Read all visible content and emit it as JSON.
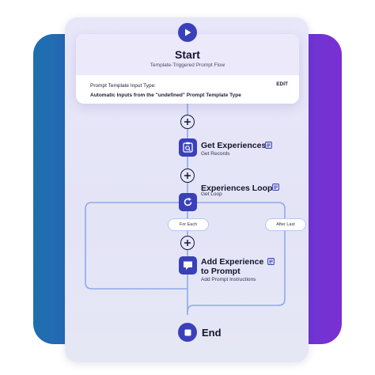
{
  "start": {
    "title": "Start",
    "subtitle": "Template-Triggered Prompt Flow",
    "input_type_label": "Prompt Template Input Type:",
    "input_type_value": "Automatic Inputs from the \"undefined\" Prompt Template Type",
    "edit_label": "EDIT",
    "icon": "play-icon"
  },
  "nodes": {
    "get_experiences": {
      "title": "Get Experiences",
      "subtitle": "Get Records",
      "icon": "search-records-icon"
    },
    "experiences_loop": {
      "title": "Experiences Loop",
      "subtitle": "Get Loop",
      "icon": "loop-icon"
    },
    "add_experience": {
      "title_line1": "Add Experience",
      "title_line2": "to Prompt",
      "subtitle": "Add Prompt Instructions",
      "icon": "comment-icon"
    }
  },
  "loop_paths": {
    "for_each": "For Each",
    "after_last": "After Last"
  },
  "end": {
    "title": "End",
    "icon": "stop-icon"
  },
  "colors": {
    "accent": "#3a40b8",
    "connector": "#8fa9e8",
    "brand_left": "#1d6fae",
    "brand_right": "#7a2fd4"
  }
}
